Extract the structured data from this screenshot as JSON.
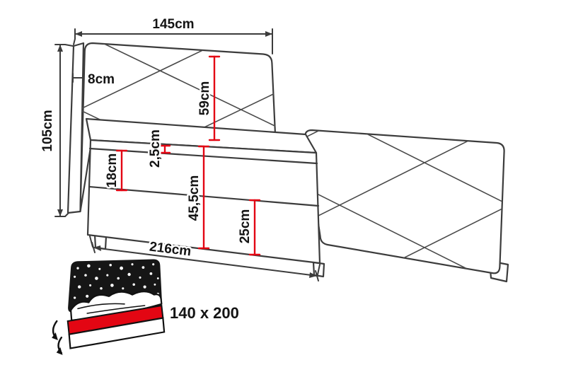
{
  "page": {
    "background": "#ffffff"
  },
  "diagram": {
    "type": "bed-dimension-drawing",
    "mattress_size_label": "140 x 200",
    "dimensions": {
      "width": "145cm",
      "frame_thickness": "8cm",
      "total_height": "105cm",
      "headboard_above_mattress": "59cm",
      "topper_height": "2,5cm",
      "mattress_height": "18cm",
      "seat_height": "45,5cm",
      "base_height": "25cm",
      "length": "216cm"
    },
    "colors": {
      "outline": "#3c3c3c",
      "pattern": "#4a4a4a",
      "red": "#e30613",
      "text": "#141414",
      "icon_dark": "#161616"
    }
  }
}
